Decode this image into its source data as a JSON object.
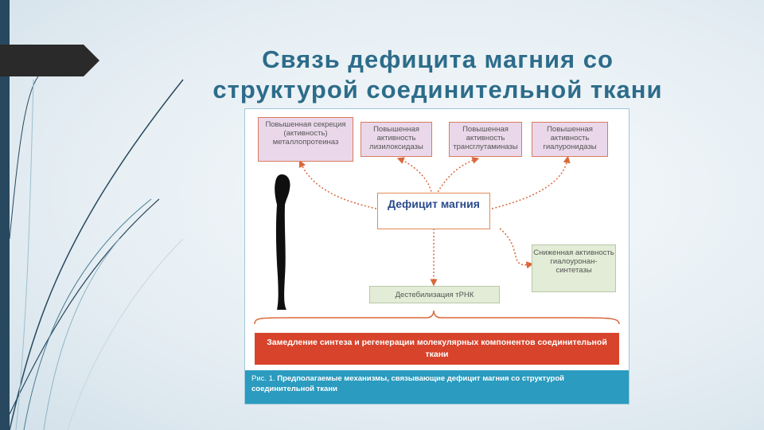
{
  "title": {
    "line1": "Связь дефицита магния со",
    "line2": "структурой соединительной ткани"
  },
  "diagram": {
    "boxes": {
      "metalloproteinase": "Повышенная секреция (активность) металлопротеиназ",
      "lysyl_oxidase": "Повышенная активность лизилоксидазы",
      "transglutaminase": "Повышенная активность трансглутаминазы",
      "hyaluronidase": "Повышенная активность гиалуронидазы",
      "center": "Дефицит магния",
      "hyaluronan_synthase": "Сниженная активность гиалоуронан-синтетазы",
      "trna": "Дестебилизация тРНК"
    },
    "banner": "Замедление синтеза и регенерации молекулярных компонентов соединительной ткани",
    "caption_label": "Рис. 1.",
    "caption_text": "Предполагаемые механизмы, связывающие дефицит магния со структурой соединительной ткани"
  },
  "colors": {
    "title": "#2d6c8a",
    "banner": "#d8432b",
    "caption_bg": "#2b9bbf",
    "arrow": "#d9683a",
    "pink_box": "#ead8ea",
    "green_box": "#e2ecd6"
  }
}
